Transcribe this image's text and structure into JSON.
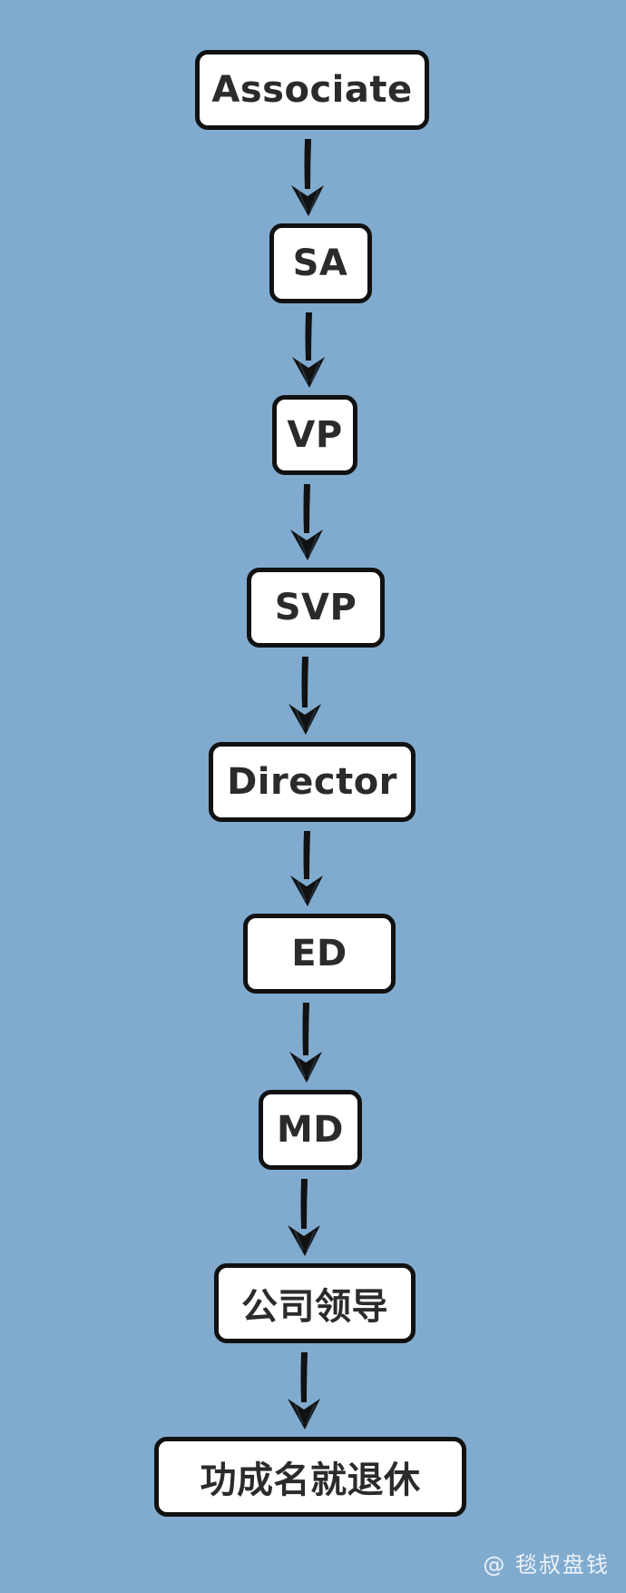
{
  "nodes": [
    {
      "id": "associate",
      "label": "Associate"
    },
    {
      "id": "sa",
      "label": "SA"
    },
    {
      "id": "vp",
      "label": "VP"
    },
    {
      "id": "svp",
      "label": "SVP"
    },
    {
      "id": "director",
      "label": "Director"
    },
    {
      "id": "ed",
      "label": "ED"
    },
    {
      "id": "md",
      "label": "MD"
    },
    {
      "id": "company-leader",
      "label": "公司领导"
    },
    {
      "id": "retire",
      "label": "功成名就退休"
    }
  ],
  "edges": [
    {
      "from": "associate",
      "to": "sa"
    },
    {
      "from": "sa",
      "to": "vp"
    },
    {
      "from": "vp",
      "to": "svp"
    },
    {
      "from": "svp",
      "to": "director"
    },
    {
      "from": "director",
      "to": "ed"
    },
    {
      "from": "ed",
      "to": "md"
    },
    {
      "from": "md",
      "to": "company-leader"
    },
    {
      "from": "company-leader",
      "to": "retire"
    }
  ],
  "watermark": "@ 毯叔盘钱",
  "colors": {
    "background": "#80abcf",
    "box_fill": "#ffffff",
    "box_border": "#111111",
    "text": "#2b2b2b",
    "arrow": "#111111"
  }
}
